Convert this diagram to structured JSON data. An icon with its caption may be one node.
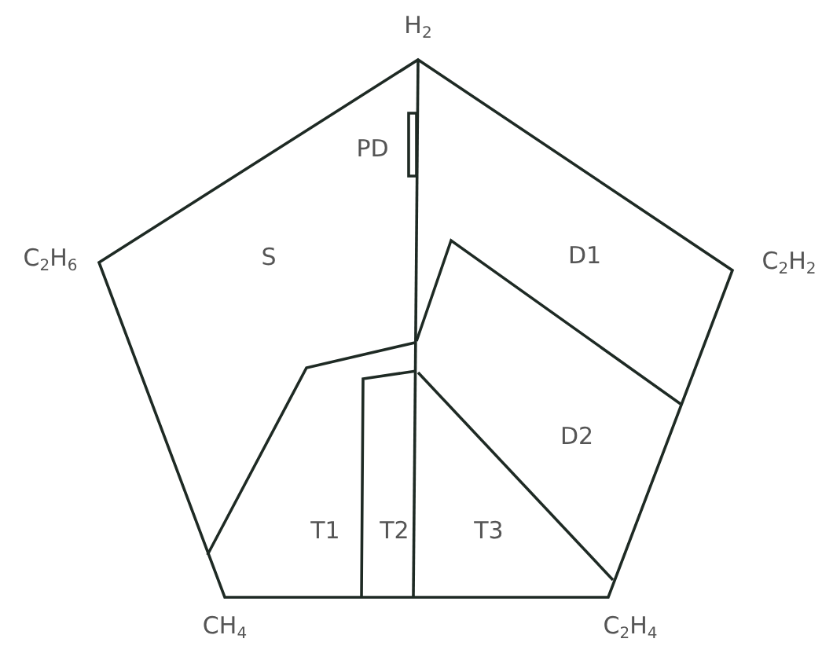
{
  "diagram": {
    "nodes": [
      {
        "text": [
          "PD"
        ]
      },
      {
        "text": [
          "S"
        ]
      },
      {
        "text": [
          "D1"
        ]
      },
      {
        "text": [
          "D2"
        ]
      },
      {
        "text": [
          "T1"
        ]
      },
      {
        "text": [
          "T2"
        ]
      },
      {
        "text": [
          "T3"
        ]
      }
    ],
    "labels": [
      "H$_{2}$",
      "C$_{2}$H$_{6}$",
      "C$_{2}$H$_{2}$",
      "CH$_{4}$",
      "C$_{2}$H$_{4}$"
    ]
  }
}
